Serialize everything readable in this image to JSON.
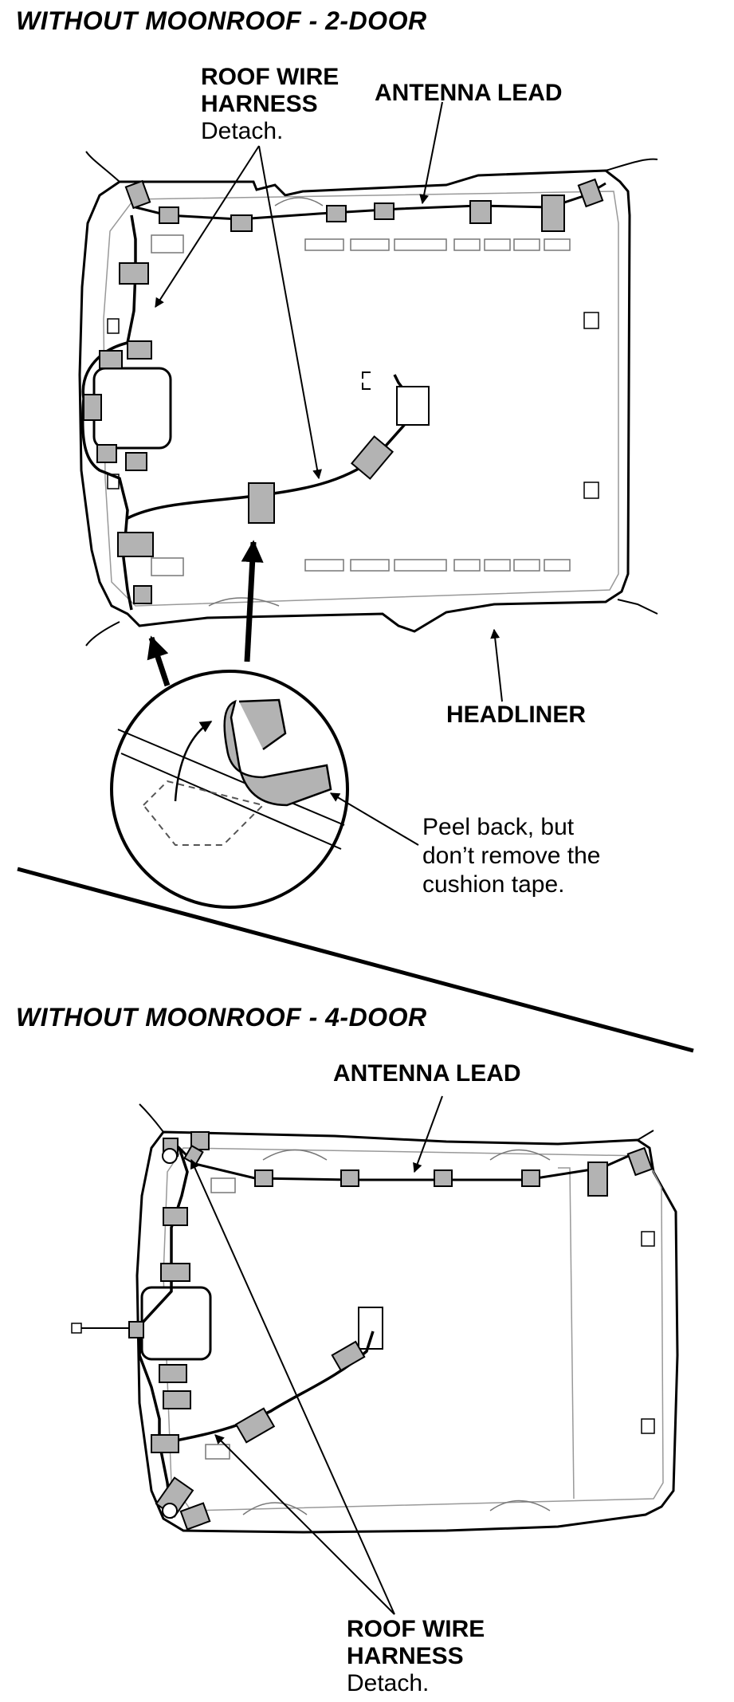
{
  "section_2door": {
    "heading": "WITHOUT MOONROOF - 2-DOOR",
    "roof_wire_harness_line1": "ROOF WIRE",
    "roof_wire_harness_line2": "HARNESS",
    "roof_wire_harness_action": "Detach.",
    "antenna_lead": "ANTENNA LEAD",
    "headliner": "HEADLINER",
    "note_line1": "Peel back, but",
    "note_line2": "don’t remove the",
    "note_line3": "cushion tape."
  },
  "section_4door": {
    "heading": "WITHOUT MOONROOF - 4-DOOR",
    "antenna_lead": "ANTENNA LEAD",
    "roof_wire_harness_line1": "ROOF WIRE",
    "roof_wire_harness_line2": "HARNESS",
    "roof_wire_harness_action": "Detach."
  },
  "colors": {
    "clip_fill": "#b3b3b3",
    "line": "#000000",
    "detail_line": "#555555"
  }
}
